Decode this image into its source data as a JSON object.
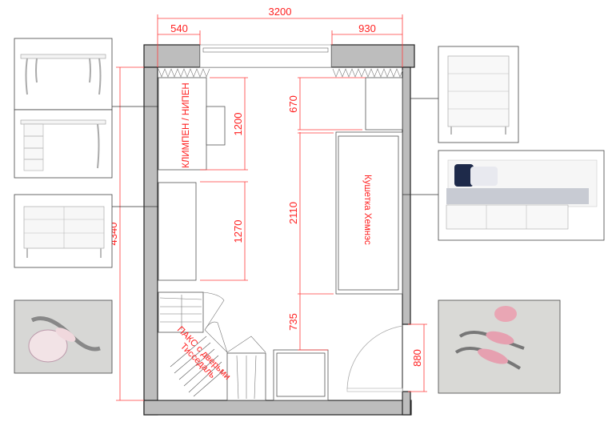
{
  "dimensions": {
    "total_width": "3200",
    "left_wall_segment": "540",
    "right_wall_segment": "930",
    "room_length": "4340",
    "desk_length": "1200",
    "dresser_length": "1270",
    "chest_depth": "670",
    "daybed_length": "2110",
    "gap_to_door": "735",
    "door_width": "880"
  },
  "labels": {
    "desk": "КЛИМПЕН / НИПЕН",
    "daybed": "Кушетка Хемнэс",
    "wardrobe_line1": "ПАКС с дверьми",
    "wardrobe_line2": "Тисседаль"
  },
  "colors": {
    "dimension": "#ff2020",
    "wall": "#bdbdbd"
  }
}
